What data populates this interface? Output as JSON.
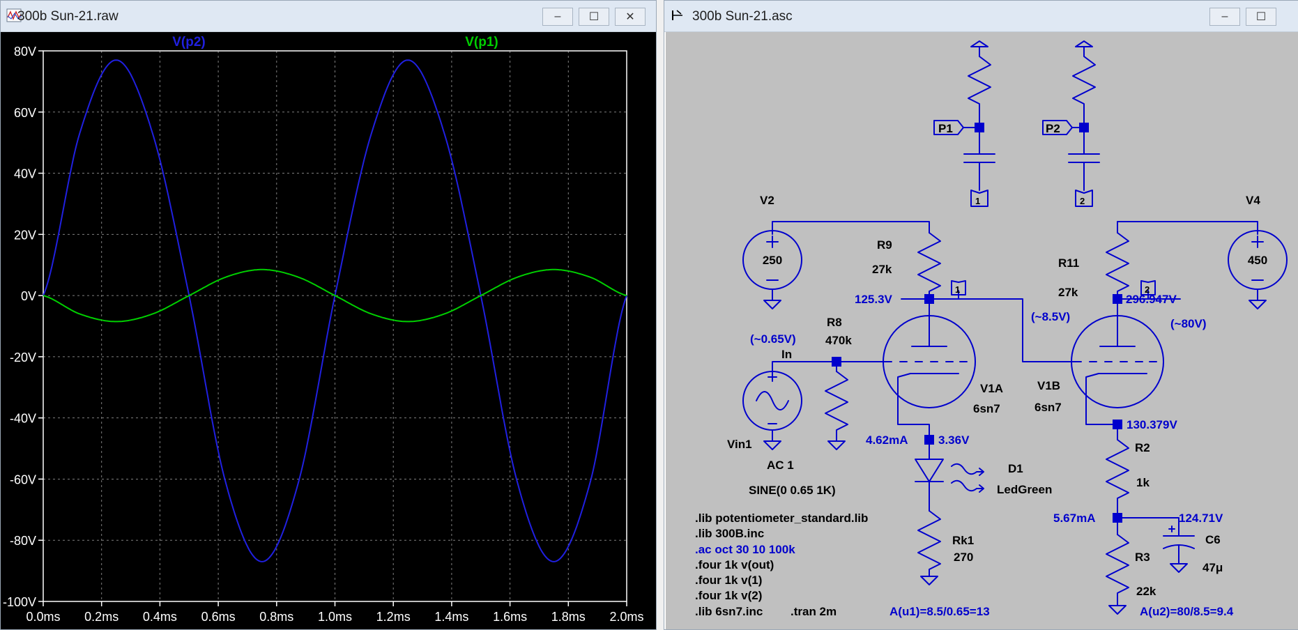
{
  "plot_window": {
    "title": "300b Sun-21.raw",
    "controls": {
      "minimize": "–",
      "maximize": "☐",
      "close": "✕"
    }
  },
  "schematic_window": {
    "title": "300b Sun-21.asc",
    "controls": {
      "minimize": "–",
      "maximize": "☐"
    }
  },
  "chart_data": {
    "type": "line",
    "xlim": [
      0,
      2.0
    ],
    "ylim": [
      -100,
      80
    ],
    "x_ticks": [
      "0.0ms",
      "0.2ms",
      "0.4ms",
      "0.6ms",
      "0.8ms",
      "1.0ms",
      "1.2ms",
      "1.4ms",
      "1.6ms",
      "1.8ms",
      "2.0ms"
    ],
    "x_tick_values": [
      0,
      0.2,
      0.4,
      0.6,
      0.8,
      1.0,
      1.2,
      1.4,
      1.6,
      1.8,
      2.0
    ],
    "y_ticks": [
      "80V",
      "60V",
      "40V",
      "20V",
      "0V",
      "-20V",
      "-40V",
      "-60V",
      "-80V",
      "-100V"
    ],
    "y_tick_values": [
      80,
      60,
      40,
      20,
      0,
      -20,
      -40,
      -60,
      -80,
      -100
    ],
    "grid": true,
    "series": [
      {
        "name": "V(p2)",
        "color": "#2020e0",
        "x": [
          0,
          0.125,
          0.25,
          0.375,
          0.5,
          0.625,
          0.75,
          0.875,
          1.0,
          1.125,
          1.25,
          1.375,
          1.5,
          1.625,
          1.75,
          1.875,
          2.0
        ],
        "values": [
          0,
          53,
          77,
          53,
          0,
          -61,
          -87,
          -61,
          0,
          53,
          77,
          53,
          0,
          -61,
          -87,
          -61,
          0
        ]
      },
      {
        "name": "V(p1)",
        "color": "#00d000",
        "x": [
          0,
          0.125,
          0.25,
          0.375,
          0.5,
          0.625,
          0.75,
          0.875,
          1.0,
          1.125,
          1.25,
          1.375,
          1.5,
          1.625,
          1.75,
          1.875,
          2.0
        ],
        "values": [
          0,
          -6,
          -8.5,
          -6,
          0,
          6,
          8.5,
          6,
          0,
          -6,
          -8.5,
          -6,
          0,
          6,
          8.5,
          6,
          0
        ]
      }
    ]
  },
  "schematic": {
    "labels": {
      "p1": "P1",
      "p2": "P2",
      "v2": "V2",
      "v4": "V4",
      "v2_val": "250",
      "v4_val": "450",
      "r9": "R9",
      "r9_val": "27k",
      "r11": "R11",
      "r11_val": "27k",
      "r8": "R8",
      "r8_val": "470k",
      "v_125": "125.3V",
      "v_297": "296.947V",
      "ac085": "(~0.65V)",
      "ac85": "(~8.5V)",
      "ac80": "(~80V)",
      "in": "In",
      "v1a": "V1A",
      "v1a_val": "6sn7",
      "v1b": "V1B",
      "v1b_val": "6sn7",
      "vin1": "Vin1",
      "ac1": "AC 1",
      "sine": "SINE(0 0.65 1K)",
      "i_462": "4.62mA",
      "v_336": "3.36V",
      "d1": "D1",
      "d1_val": "LedGreen",
      "v_130": "130.379V",
      "r2": "R2",
      "r2_val": "1k",
      "i_567": "5.67mA",
      "v_1247": "124.71V",
      "c6": "C6",
      "c6_val": "47μ",
      "r3": "R3",
      "r3_val": "22k",
      "rk1": "Rk1",
      "rk1_val": "270",
      "flag1": "1",
      "flag2": "2",
      "port1": "1",
      "port2": "2",
      "gain1": "A(u1)=8.5/0.65=13",
      "gain2": "A(u2)=80/8.5=9.4",
      "tran": ".tran 2m"
    },
    "directives": [
      ".lib potentiometer_standard.lib",
      ".lib 300B.inc",
      ".ac oct 30 10 100k",
      ".four 1k v(out)",
      ".four 1k v(1)",
      ".four 1k v(2)",
      ".lib 6sn7.inc"
    ],
    "colors": {
      "wire": "#0000cc",
      "text": "#000000",
      "annotation": "#0000cc",
      "background": "#c0c0c0"
    }
  }
}
